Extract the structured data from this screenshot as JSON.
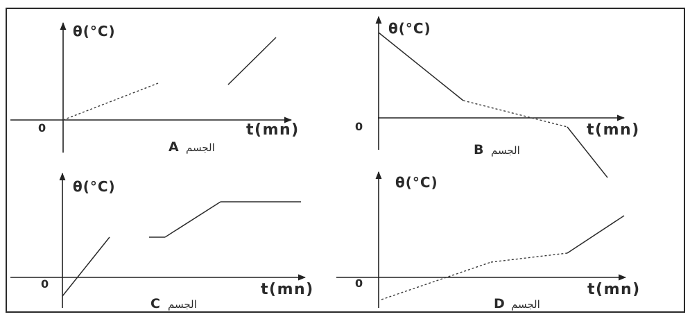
{
  "panels": [
    {
      "id": "A",
      "y_label": "θ(°C)",
      "x_label": "t(mn)",
      "origin_label": "0",
      "caption_letter": "A",
      "caption_word": "الجسم"
    },
    {
      "id": "B",
      "y_label": "θ(°C)",
      "x_label": "t(mn)",
      "origin_label": "0",
      "caption_letter": "B",
      "caption_word": "الجسم"
    },
    {
      "id": "C",
      "y_label": "θ(°C)",
      "x_label": "t(mn)",
      "origin_label": "0",
      "caption_letter": "C",
      "caption_word": "الجسم"
    },
    {
      "id": "D",
      "y_label": "θ(°C)",
      "x_label": "t(mn)",
      "origin_label": "0",
      "caption_letter": "D",
      "caption_word": "الجسم"
    }
  ]
}
